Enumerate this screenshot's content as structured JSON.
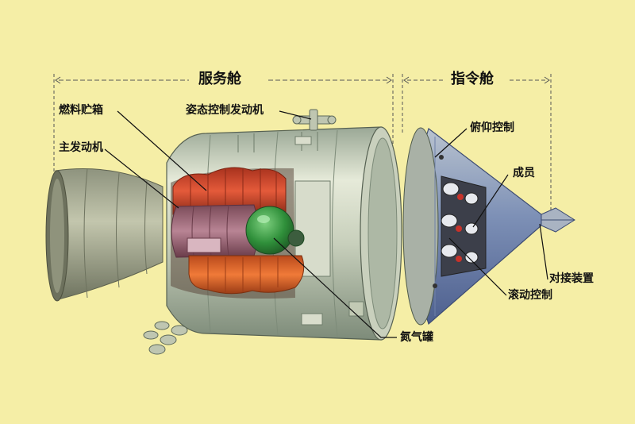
{
  "sections": {
    "service_module": "服务舱",
    "command_module": "指令舱"
  },
  "labels": {
    "fuel_tank": "燃料贮箱",
    "attitude_engine": "姿态控制发动机",
    "main_engine": "主发动机",
    "pitch_control": "俯仰控制",
    "crew": "成员",
    "docking": "对接装置",
    "roll_control": "滚动控制",
    "nitrogen_tank": "氮气罐"
  },
  "colors": {
    "background": "#f5eea6",
    "fuel_tank_red": "#d9452b",
    "fuel_tank_orange": "#e8692c",
    "tank_pink": "#a86a78",
    "nitrogen_green": "#2f8f3a",
    "hull_light": "#cfd6c2",
    "hull_dark": "#8a9a86",
    "cone_blue": "#5b79b8"
  }
}
